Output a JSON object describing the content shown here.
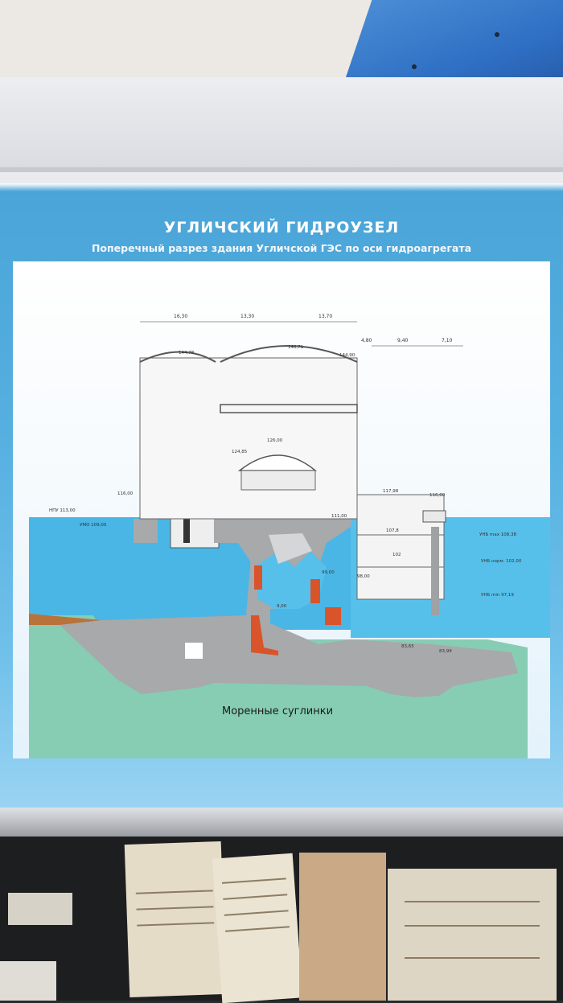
{
  "poster": {
    "title": "УГЛИЧСКИЙ ГИДРОУЗЕЛ",
    "subtitle": "Поперечный разрез здания Угличской ГЭС по оси гидроагрегата",
    "soil_label": "Моренные суглинки",
    "dimensions_top": [
      "16,30",
      "13,30",
      "13,70",
      "4,80",
      "9,40",
      "7,10"
    ],
    "elevations": {
      "roof_left": "144,78",
      "roof_center": "146,71",
      "roof_right": "144,90",
      "generator_top": "126,00",
      "crane_level": "124,85",
      "intake_top": "116,00",
      "tailrace_deck": "117,98",
      "tailrace_right": "116,00",
      "floor_111": "111,00",
      "room_107": "107,8",
      "room_102": "102",
      "room_98": "98,00",
      "draft_99": "99,00",
      "runner_9": "9,00",
      "bottom_1": "83,65",
      "bottom_2": "83,99"
    },
    "water_levels": {
      "npu": "НПУ 113,00",
      "umo": "УМО 109,00",
      "unb_max": "УНБ max 108,38",
      "unb_norm": "УНБ норм. 102,00",
      "unb_min": "УНБ min 97,19"
    },
    "colors": {
      "water": "#49b6e6",
      "concrete": "#a7a9ab",
      "soil": "#86cdb4",
      "accent": "#d9542b"
    }
  }
}
